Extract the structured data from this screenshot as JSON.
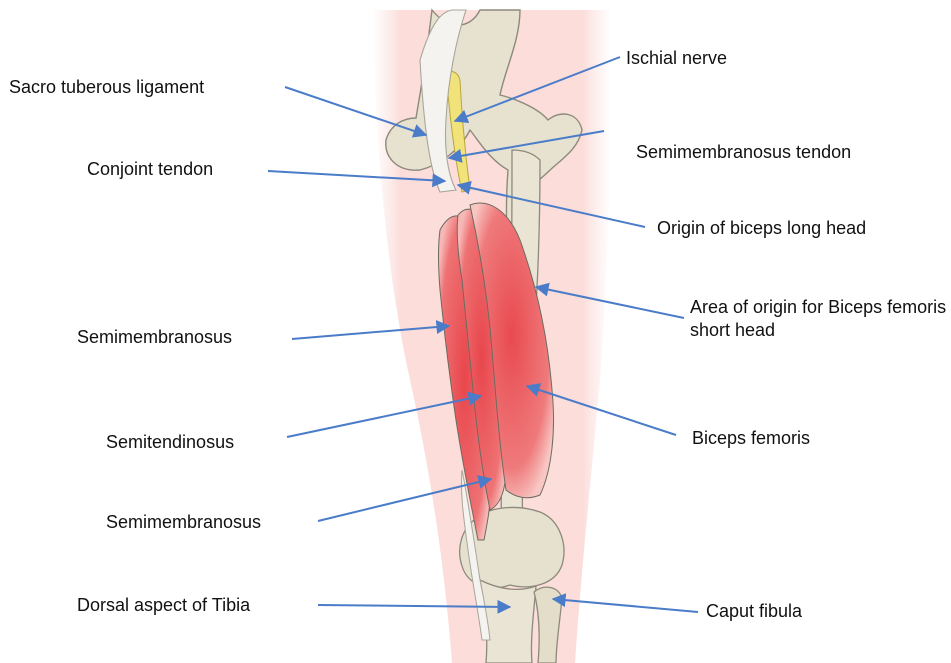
{
  "colors": {
    "leader": "#4a7cc9",
    "muscle": "#e8555a",
    "muscle_light": "#f3a4a3",
    "bone": "#e6e1cf",
    "bone_outline": "#8d8a7c",
    "nerve": "#f1e27a",
    "tendon": "#f4f3ef",
    "skin_glow": "#fbe1df"
  },
  "labels": {
    "sacro_tuberous_ligament": "Sacro tuberous ligament",
    "conjoint_tendon": "Conjoint tendon",
    "semimembranosus_upper": "Semimembranosus",
    "semitendinosus": "Semitendinosus",
    "semimembranosus_lower": "Semimembranosus",
    "dorsal_aspect_of_tibia": "Dorsal aspect of Tibia",
    "ischial_nerve": "Ischial nerve",
    "semimembranosus_tendon": "Semimembranosus tendon",
    "origin_of_biceps_long_head": "Origin of biceps long head",
    "area_of_origin_biceps_short_head": "Area of origin for Biceps femoris short head",
    "biceps_femoris": "Biceps femoris",
    "caput_fibula": "Caput fibula"
  }
}
